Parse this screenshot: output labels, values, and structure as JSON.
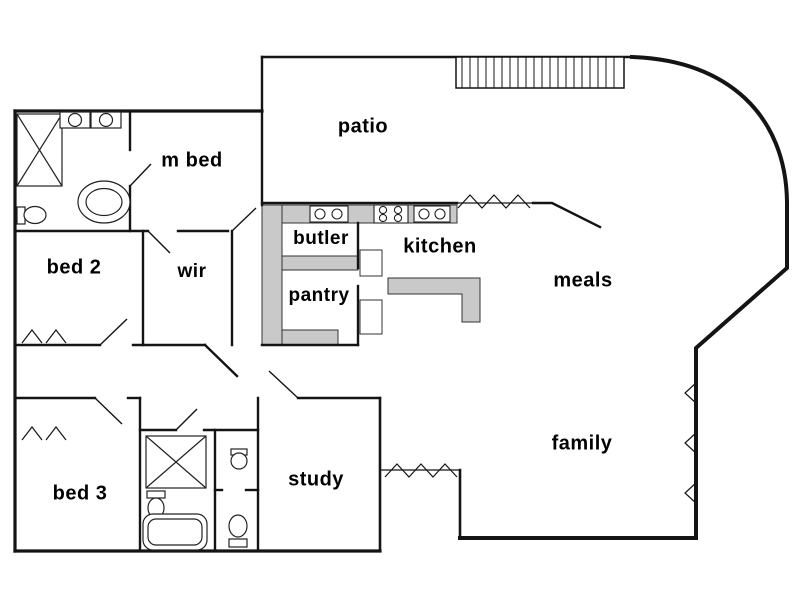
{
  "meta": {
    "type": "residential floor plan",
    "background_color": "#ffffff",
    "wall_color": "#141414",
    "counter_color": "#c9c9c9"
  },
  "rooms": {
    "patio": "patio",
    "m_bed": "m bed",
    "butler": "butler",
    "kitchen": "kitchen",
    "meals": "meals",
    "bed_2": "bed 2",
    "wir": "wir",
    "pantry": "pantry",
    "bed_3": "bed 3",
    "study": "study",
    "family": "family"
  },
  "icons": [
    "staircase-icon",
    "shower-icon",
    "spa-bath-icon",
    "toilet-icon",
    "double-vanity-icon",
    "butler-sink-icon",
    "cooktop-icon",
    "kitchen-sink-icon",
    "island-bench-icon",
    "bathtub-icon",
    "basin-icon",
    "window-icon",
    "door-icon"
  ]
}
